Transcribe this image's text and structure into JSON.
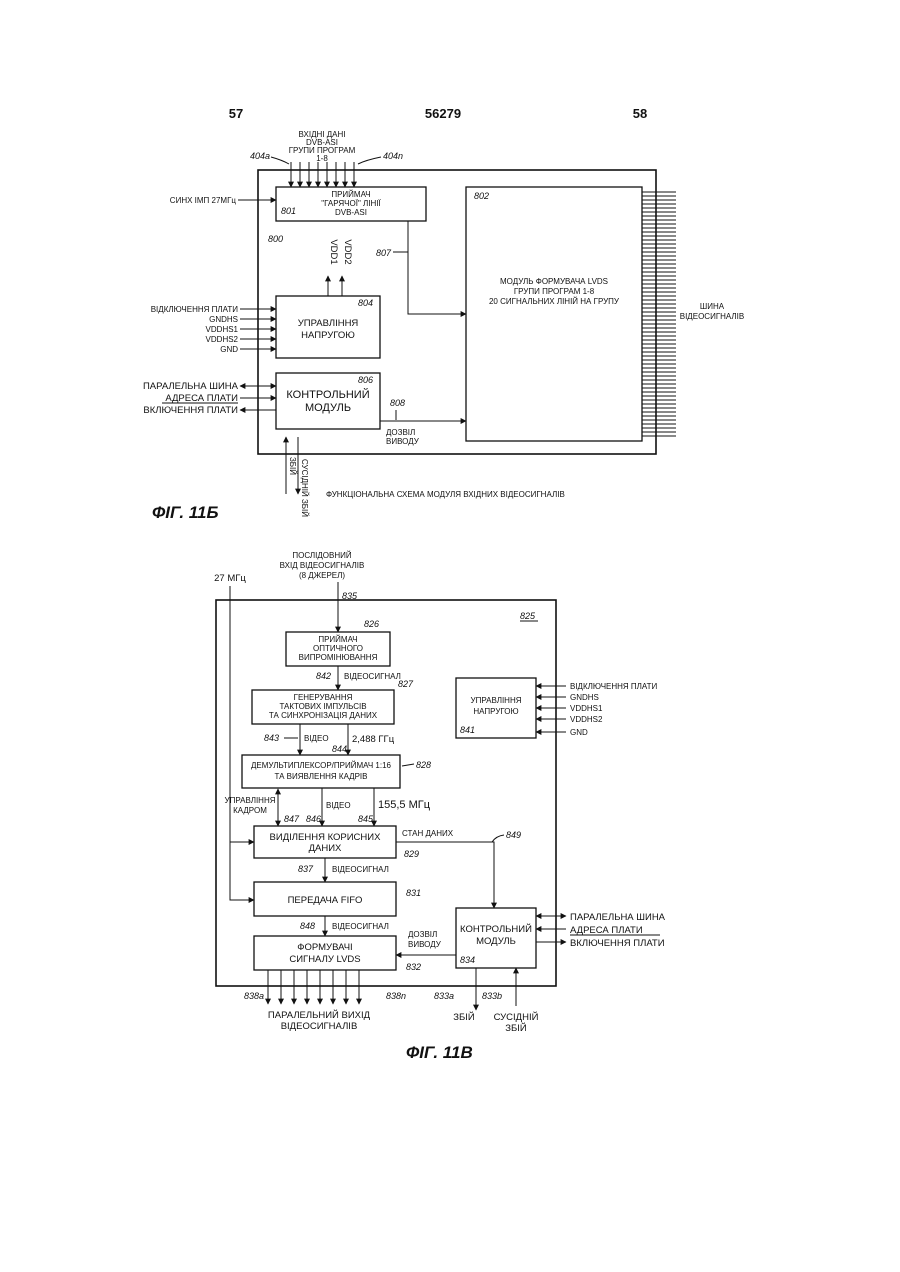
{
  "header": {
    "left_page": "57",
    "center_number": "56279",
    "right_page": "58"
  },
  "fig11b": {
    "caption": "ФІГ. 11Б",
    "title": "ФУНКЦІОНАЛЬНА СХЕМА МОДУЛЯ ВХІДНИХ ВІДЕОСИГНАЛІВ",
    "input_label": [
      "ВХІДНІ ДАНІ",
      "DVB-ASI",
      "ГРУПИ ПРОГРАМ",
      "1-8"
    ],
    "ref_404a": "404a",
    "ref_404n": "404n",
    "sync_label": "СИНХ ІМП 27МГц",
    "ref_800": "800",
    "receiver": {
      "ref": "801",
      "lines": [
        "ПРИЙМАЧ",
        "\"ГАРЯЧОЇ\" ЛІНІЇ",
        "DVB-ASI"
      ]
    },
    "vdd1": "VDD1",
    "vdd2": "VDD2",
    "ref_807": "807",
    "voltage": {
      "ref": "804",
      "lines": [
        "УПРАВЛІННЯ",
        "НАПРУГОЮ"
      ]
    },
    "voltage_inputs": [
      "ВІДКЛЮЧЕННЯ ПЛАТИ",
      "GNDHS",
      "VDDHS1",
      "VDDHS2",
      "GND"
    ],
    "control": {
      "ref": "806",
      "lines": [
        "КОНТРОЛЬНИЙ",
        "МОДУЛЬ"
      ]
    },
    "control_io": [
      "ПАРАЛЕЛЬНА ШИНА",
      "АДРЕСА ПЛАТИ",
      "ВКЛЮЧЕННЯ ПЛАТИ"
    ],
    "ref_808": "808",
    "output_permit": [
      "ДОЗВІЛ",
      "ВИВОДУ"
    ],
    "lvds": {
      "ref": "802",
      "lines": [
        "МОДУЛЬ ФОРМУВАЧА LVDS",
        "ГРУПИ ПРОГРАМ 1-8",
        "20 СИГНАЛЬНИХ ЛІНІЙ НА ГРУПУ"
      ]
    },
    "bus_label": [
      "ШИНА",
      "ВІДЕОСИГНАЛІВ"
    ],
    "bottom_signals": [
      "ЗБІЙ",
      "СУСІДНІЙ ЗБІЙ"
    ]
  },
  "fig11v": {
    "caption": "ФІГ. 11В",
    "input_label": [
      "ПОСЛІДОВНИЙ",
      "ВХІД ВІДЕОСИГНАЛІВ",
      "(8 ДЖЕРЕЛ)"
    ],
    "ref_835": "835",
    "clock": "27 МГц",
    "ref_825": "825",
    "optical": {
      "ref": "826",
      "lines": [
        "ПРИЙМАЧ",
        "ОПТИЧНОГО",
        "ВИПРОМІНЮВАННЯ"
      ]
    },
    "ref_842": "842",
    "videosignal_1": "ВІДЕОСИГНАЛ",
    "clockgen": {
      "ref": "827",
      "lines": [
        "ГЕНЕРУВАННЯ",
        "ТАКТОВИХ ІМПУЛЬСІВ",
        "ТА СИНХРОНІЗАЦІЯ ДАНИХ"
      ]
    },
    "ref_843": "843",
    "video_1": "ВІДЕО",
    "freq_2488": "2,488 ГГц",
    "ref_844": "844",
    "demux": {
      "ref": "828",
      "lines": [
        "ДЕМУЛЬТИПЛЕКСОР/ПРИЙМАЧ 1:16",
        "ТА ВИЯВЛЕННЯ КАДРІВ"
      ]
    },
    "frame_control": [
      "УПРАВЛІННЯ",
      "КАДРОМ"
    ],
    "ref_847": "847",
    "ref_846": "846",
    "video_2": "ВІДЕО",
    "ref_845": "845",
    "freq_1555": "155,5 МГц",
    "payload": {
      "ref": "829",
      "lines": [
        "ВИДІЛЕННЯ КОРИСНИХ",
        "ДАНИХ"
      ]
    },
    "data_state": "СТАН ДАНИХ",
    "ref_849": "849",
    "ref_837": "837",
    "videosignal_2": "ВІДЕОСИГНАЛ",
    "fifo": {
      "ref": "831",
      "label": "ПЕРЕДАЧА FIFO"
    },
    "ref_848": "848",
    "videosignal_3": "ВІДЕОСИГНАЛ",
    "lvds": {
      "ref": "832",
      "lines": [
        "ФОРМУВАЧІ",
        "СИГНАЛУ LVDS"
      ]
    },
    "output_permit": [
      "ДОЗВІЛ",
      "ВИВОДУ"
    ],
    "control": {
      "ref": "834",
      "lines": [
        "КОНТРОЛЬНИЙ",
        "МОДУЛЬ"
      ]
    },
    "control_io": [
      "ПАРАЛЕЛЬНА ШИНА",
      "АДРЕСА ПЛАТИ",
      "ВКЛЮЧЕННЯ ПЛАТИ"
    ],
    "voltage": {
      "ref": "841",
      "lines": [
        "УПРАВЛІННЯ",
        "НАПРУГОЮ"
      ]
    },
    "voltage_inputs": [
      "ВІДКЛЮЧЕННЯ ПЛАТИ",
      "GNDHS",
      "VDDHS1",
      "VDDHS2",
      "GND"
    ],
    "ref_838a": "838a",
    "ref_838n": "838n",
    "parallel_out": [
      "ПАРАЛЕЛЬНИЙ ВИХІД",
      "ВІДЕОСИГНАЛІВ"
    ],
    "ref_833a": "833a",
    "ref_833b": "833b",
    "fault": "ЗБІЙ",
    "neighbor_fault": [
      "СУСІДНІЙ",
      "ЗБІЙ"
    ]
  }
}
